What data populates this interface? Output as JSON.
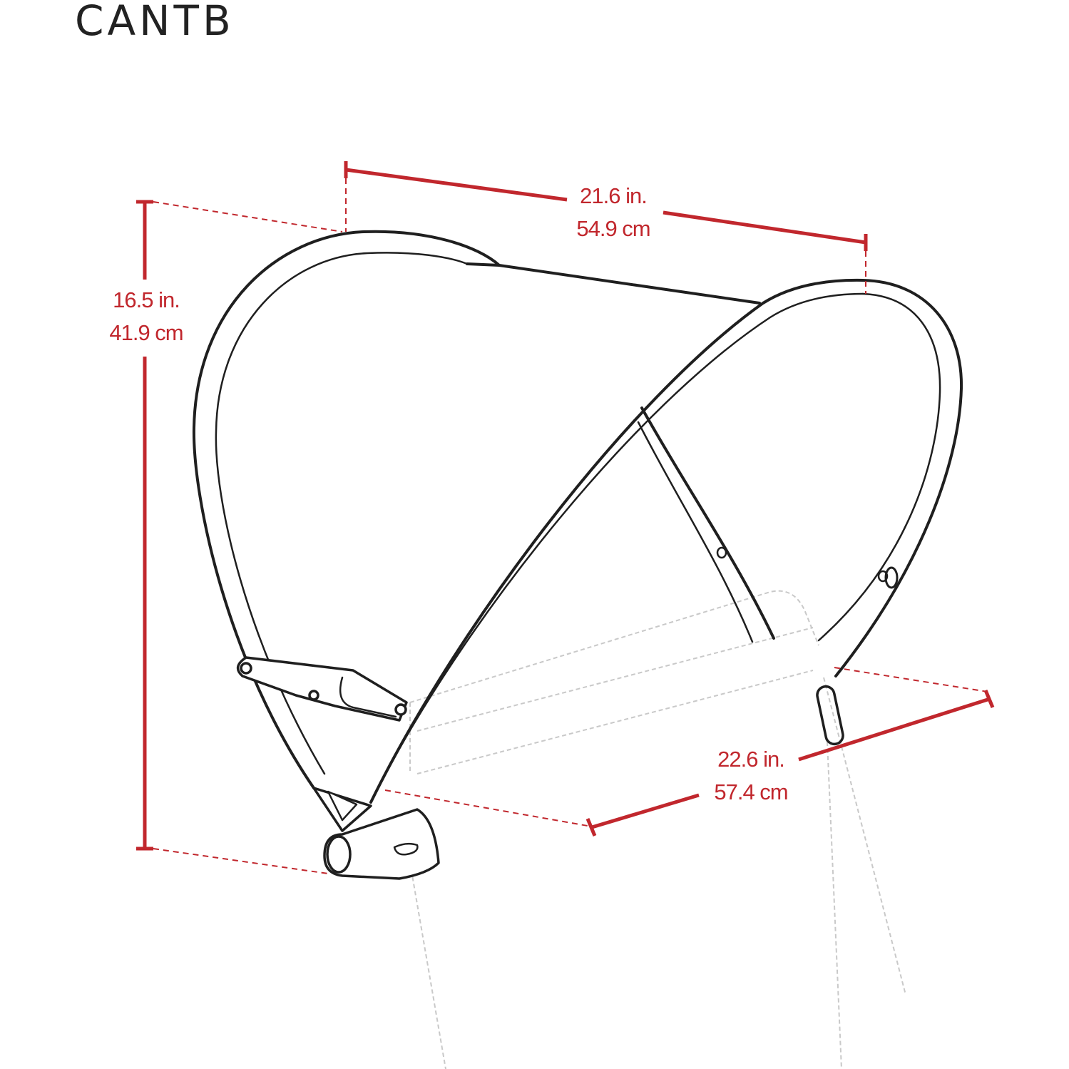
{
  "title": "CANTB",
  "colors": {
    "outline": "#1f1f1f",
    "dimension": "#c1272d",
    "seat_ghost": "#c9c9c9",
    "title": "#222222"
  },
  "dimensions": {
    "width": {
      "imperial": "21.6 in.",
      "metric": "54.9 cm"
    },
    "height": {
      "imperial": "16.5 in.",
      "metric": "41.9 cm"
    },
    "depth": {
      "imperial": "22.6 in.",
      "metric": "57.4 cm"
    }
  }
}
